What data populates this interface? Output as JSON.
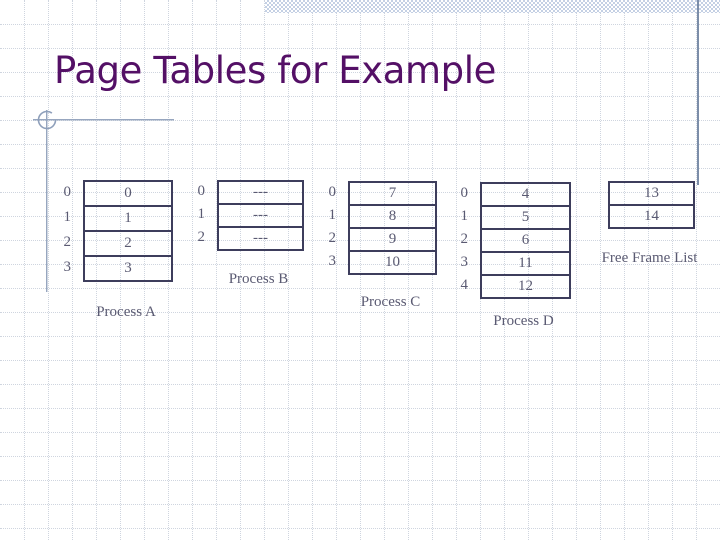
{
  "title": "Page Tables for Example",
  "tables": {
    "process_a": {
      "caption": "Process A",
      "indices": [
        "0",
        "1",
        "2",
        "3"
      ],
      "values": [
        "0",
        "1",
        "2",
        "3"
      ]
    },
    "process_b": {
      "caption": "Process B",
      "indices": [
        "0",
        "1",
        "2"
      ],
      "values": [
        "---",
        "---",
        "---"
      ]
    },
    "process_c": {
      "caption": "Process C",
      "indices": [
        "0",
        "1",
        "2",
        "3"
      ],
      "values": [
        "7",
        "8",
        "9",
        "10"
      ]
    },
    "process_d": {
      "caption": "Process D",
      "indices": [
        "0",
        "1",
        "2",
        "3",
        "4"
      ],
      "values": [
        "4",
        "5",
        "6",
        "11",
        "12"
      ]
    },
    "free_frame_list": {
      "caption": "Free Frame List",
      "indices": [],
      "values": [
        "13",
        "14"
      ]
    }
  },
  "colors": {
    "title": "#541066",
    "table_border": "#3d3d5c",
    "table_text": "#5a5a72",
    "decoration_slate": "#97a6bf",
    "band_blue": "#c4d0e4",
    "grid": "#cfd5df"
  }
}
